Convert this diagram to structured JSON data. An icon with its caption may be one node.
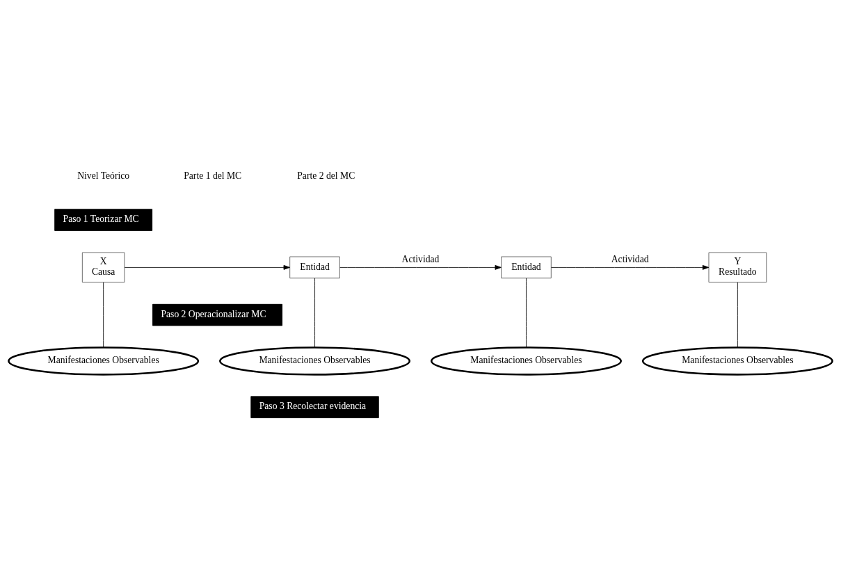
{
  "diagram": {
    "nodes": [
      {
        "text": [
          "Paso 1 Teorizar MC"
        ]
      },
      {
        "text": [
          "X",
          "Causa"
        ]
      },
      {
        "text": [
          "Entidad"
        ]
      },
      {
        "text": [
          "Entidad"
        ]
      },
      {
        "text": [
          "Y",
          "Resultado"
        ]
      },
      {
        "text": [
          "Paso 2 Operacionalizar MC"
        ]
      },
      {
        "text": [
          "Manifestaciones Observables"
        ]
      },
      {
        "text": [
          "Manifestaciones Observables"
        ]
      },
      {
        "text": [
          "Manifestaciones Observables"
        ]
      },
      {
        "text": [
          "Manifestaciones Observables"
        ]
      },
      {
        "text": [
          "Paso 3 Recolectar evidencia"
        ]
      }
    ],
    "edges": [
      {
        "from": 1,
        "to": 2,
        "arrow": "to"
      },
      {
        "from": 2,
        "to": 3,
        "arrow": "to",
        "label": "Actividad"
      },
      {
        "from": 3,
        "to": 4,
        "arrow": "to",
        "label": "Actividad"
      },
      {
        "from": 1,
        "to": 6,
        "arrow": "none"
      },
      {
        "from": 2,
        "to": 7,
        "arrow": "none"
      },
      {
        "from": 3,
        "to": 8,
        "arrow": "none"
      },
      {
        "from": 4,
        "to": 9,
        "arrow": "none"
      }
    ],
    "labels": [
      "Nivel Teórico",
      "Parte 1 del MC",
      "Parte 2 del MC"
    ]
  }
}
